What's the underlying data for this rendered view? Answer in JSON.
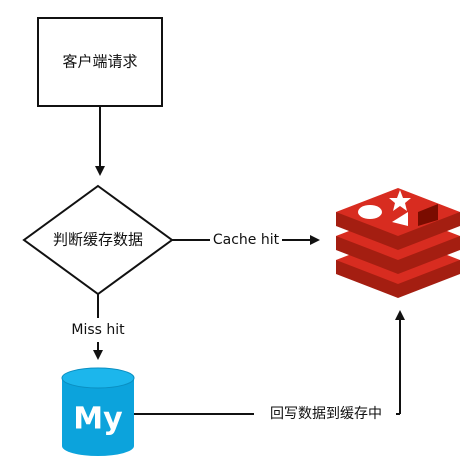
{
  "nodes": {
    "client_request": "客户端请求",
    "check_cache": "判断缓存数据",
    "mysql_logo_text": "My"
  },
  "edges": {
    "cache_hit": "Cache hit",
    "miss_hit": "Miss hit",
    "write_back": "回写数据到缓存中"
  },
  "colors": {
    "redis_top": "#d82c20",
    "redis_side": "#a41e11",
    "redis_inner_dark": "#7a0c00",
    "mysql_body": "#0ca3dc",
    "mysql_top": "#1cb6ec"
  }
}
